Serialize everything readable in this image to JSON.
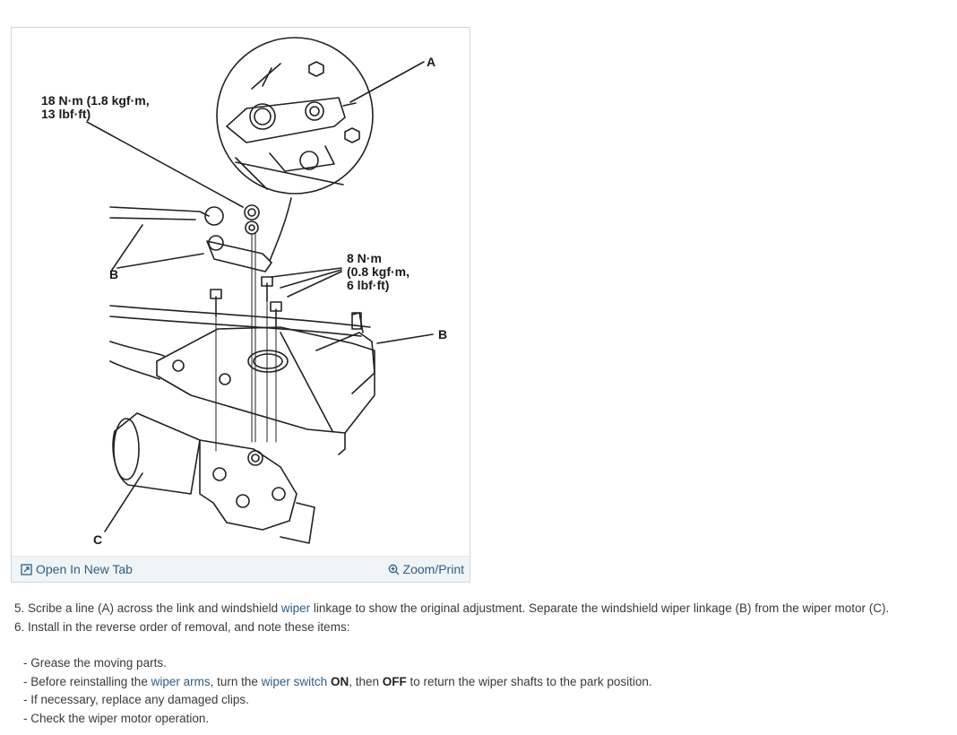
{
  "figure": {
    "labels": {
      "a": "A",
      "b_left": "B",
      "b_right": "B",
      "c": "C",
      "torque1_line1": "18 N·m (1.8 kgf·m,",
      "torque1_line2": "13 lbf·ft)",
      "torque2_line1": "8 N·m",
      "torque2_line2": "(0.8 kgf·m,",
      "torque2_line3": "6 lbf·ft)"
    },
    "toolbar": {
      "open_new_tab": "Open In New Tab",
      "zoom_print": "Zoom/Print"
    }
  },
  "steps": {
    "step5": {
      "before_link": "5. Scribe a line (A) across the link and windshield ",
      "link": "wiper",
      "after_link": " linkage to show the original adjustment. Separate the windshield wiper linkage (B) from the wiper motor (C)."
    },
    "step6": "6. Install in the reverse order of removal, and note these items:",
    "items": {
      "grease": "Grease the moving parts.",
      "reinstall_before": "Before reinstalling the ",
      "reinstall_link1": "wiper arms",
      "reinstall_mid": ", turn the ",
      "reinstall_link2": "wiper switch",
      "reinstall_on": "ON",
      "reinstall_then": ", then ",
      "reinstall_off": "OFF",
      "reinstall_after": " to return the wiper shafts to the park position.",
      "clips": "If necessary, replace any damaged clips.",
      "check": "Check the wiper motor operation."
    }
  }
}
